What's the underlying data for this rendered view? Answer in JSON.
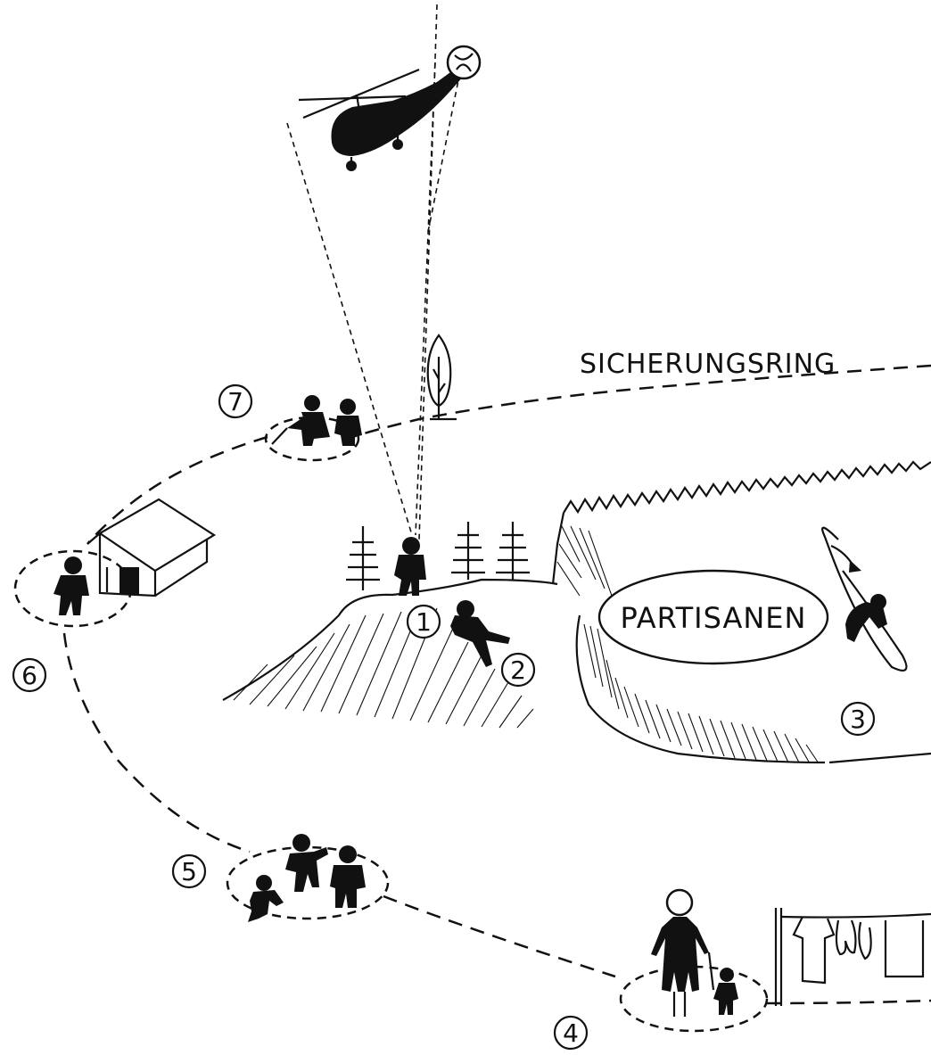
{
  "labels": {
    "security_ring": "SICHERUNGSRING",
    "partisans": "PARTISANEN"
  },
  "markers": [
    "1",
    "2",
    "3",
    "4",
    "5",
    "6",
    "7"
  ],
  "colors": {
    "ink": "#111111",
    "paper": "#ffffff"
  },
  "icons": [
    "helicopter-icon",
    "house-icon",
    "tree-icon",
    "fir-tree-icon",
    "soldier-icon",
    "woman-icon",
    "child-icon",
    "laundry-icon"
  ]
}
